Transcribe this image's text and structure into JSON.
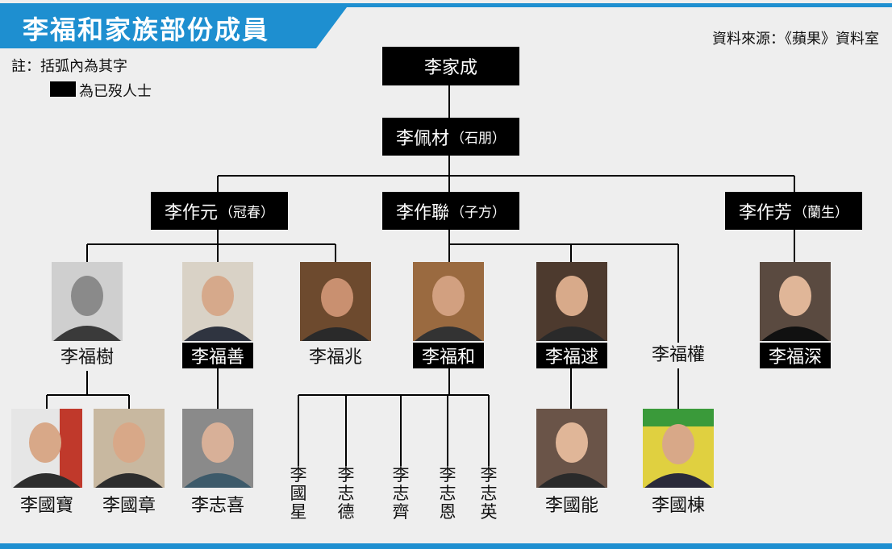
{
  "header": {
    "title": "李福和家族部份成員",
    "source": "資料來源：《蘋果》資料室",
    "note": "註：括弧內為其字",
    "legend_text": "為已歿人士"
  },
  "gen1": {
    "name": "李家成"
  },
  "gen2": {
    "name": "李佩材",
    "courtesy": "（石朋）"
  },
  "gen3": [
    {
      "name": "李作元",
      "courtesy": "（冠春）"
    },
    {
      "name": "李作聯",
      "courtesy": "（子方）"
    },
    {
      "name": "李作芳",
      "courtesy": "（蘭生）"
    }
  ],
  "gen4": [
    {
      "name": "李福樹",
      "deceased": false
    },
    {
      "name": "李福善",
      "deceased": true
    },
    {
      "name": "李福兆",
      "deceased": false
    },
    {
      "name": "李福和",
      "deceased": true
    },
    {
      "name": "李福逑",
      "deceased": true
    },
    {
      "name": "李福權",
      "deceased": false
    },
    {
      "name": "李福深",
      "deceased": true
    }
  ],
  "gen5": [
    {
      "name": "李國寶"
    },
    {
      "name": "李國章"
    },
    {
      "name": "李志喜"
    },
    {
      "name": "李國星"
    },
    {
      "name": "李志德"
    },
    {
      "name": "李志齊"
    },
    {
      "name": "李志恩"
    },
    {
      "name": "李志英"
    },
    {
      "name": "李國能"
    },
    {
      "name": "李國棟"
    }
  ],
  "colors": {
    "accent": "#1e8fd0",
    "box": "#000000",
    "background": "#eeeeee"
  }
}
